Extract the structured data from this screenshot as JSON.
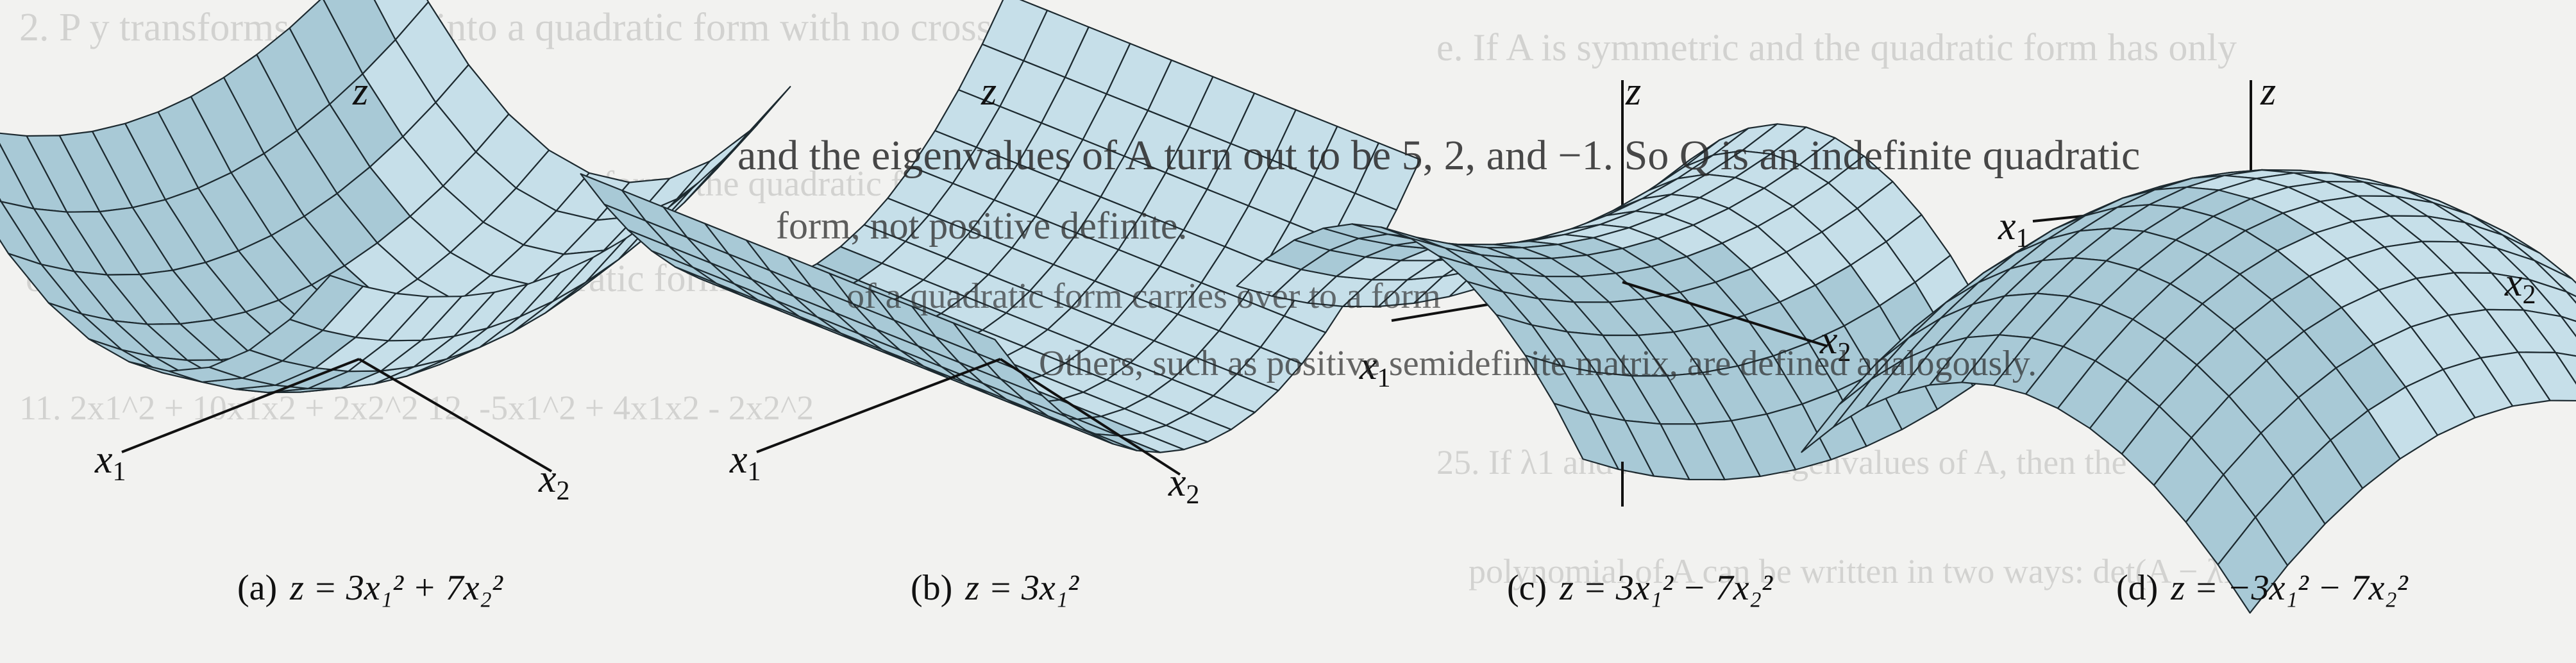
{
  "bleed_text": {
    "line1": "2. P y transforms x^T A x into a quadratic form with no cross-",
    "line2": "change of variable, x = Py, that transforms the quadratic form",
    "line3": "of a quadratic form, where the quadratic form",
    "line4": "11. 2x1^2 + 10x1x2 + 2x2^2    12. -5x1^2 + 4x1x2 - 2x2^2",
    "line5": "e. If A is symmetric and the quadratic form has only",
    "line6": "25. If λ1 and λ2 are the eigenvalues of A, then the characteristic",
    "line7": "polynomial of A can be written in two ways: det(A − λI)"
  },
  "overlay_text": {
    "line1": "and the eigenvalues of A turn out to be 5, 2, and −1. So Q is an indefinite quadratic",
    "line2": "form, not positive definite.",
    "line3": "of a quadratic form carries over to a form",
    "line4": "Others, such as positive semidefinite matrix, are defined analogously."
  },
  "axes": {
    "z": "z",
    "x1": "x",
    "x2": "x",
    "sub1": "1",
    "sub2": "2"
  },
  "panels": [
    {
      "label": "(a)",
      "equation": "z = 3x₁² + 7x₂²"
    },
    {
      "label": "(b)",
      "equation": "z = 3x₁²"
    },
    {
      "label": "(c)",
      "equation": "z = 3x₁² − 7x₂²"
    },
    {
      "label": "(d)",
      "equation": "z = −3x₁² − 7x₂²"
    }
  ],
  "colors": {
    "surface": "#c6dfe9",
    "surface_dark": "#a8c9d6",
    "mesh": "#1d2a30",
    "background": "#f2f2f0"
  }
}
